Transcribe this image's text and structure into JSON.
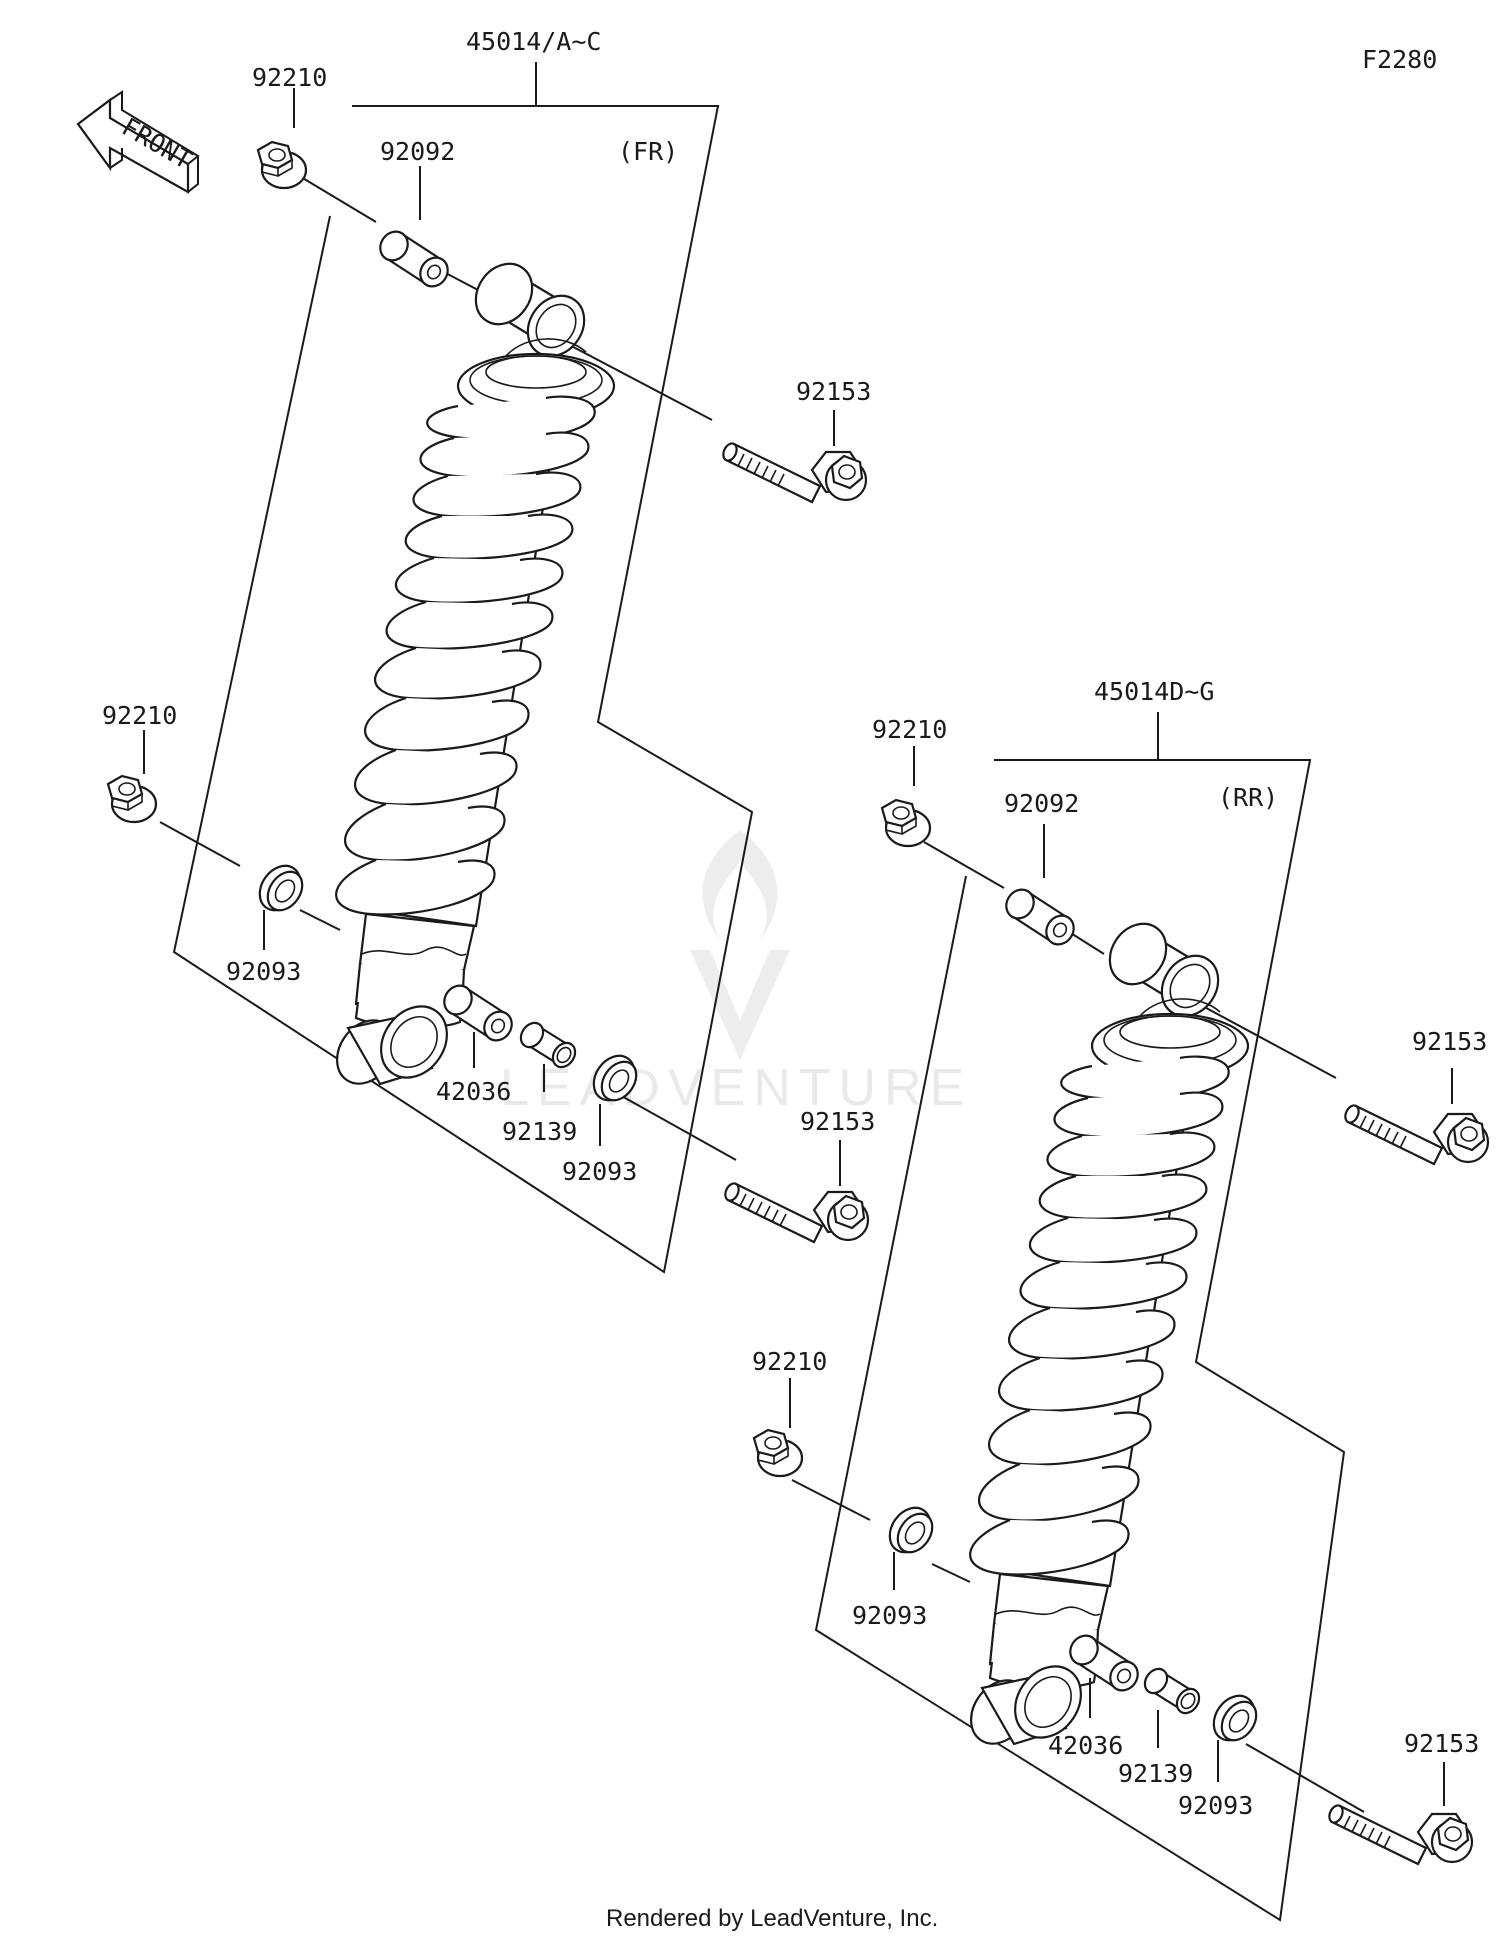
{
  "diagram_code": "F2280",
  "front_arrow": {
    "text": "FRONT",
    "icon": "front-direction-arrow-icon"
  },
  "watermark": "LEADVENTURE",
  "footer": "Rendered by LeadVenture, Inc.",
  "assemblies": {
    "front": {
      "part_number": "45014/A~C",
      "position": "(FR)",
      "callouts": {
        "nut_top": "92210",
        "collar_top": "92092",
        "bolt_top": "92153",
        "nut_bottom": "92210",
        "seal_left": "92093",
        "sleeve": "42036",
        "bushing": "92139",
        "seal_right": "92093",
        "bolt_bottom": "92153"
      }
    },
    "rear": {
      "part_number": "45014D~G",
      "position": "(RR)",
      "callouts": {
        "nut_top": "92210",
        "collar_top": "92092",
        "bolt_top": "92153",
        "nut_bottom": "92210",
        "seal_left": "92093",
        "sleeve": "42036",
        "bushing": "92139",
        "seal_right": "92093",
        "bolt_bottom": "92153"
      }
    }
  }
}
